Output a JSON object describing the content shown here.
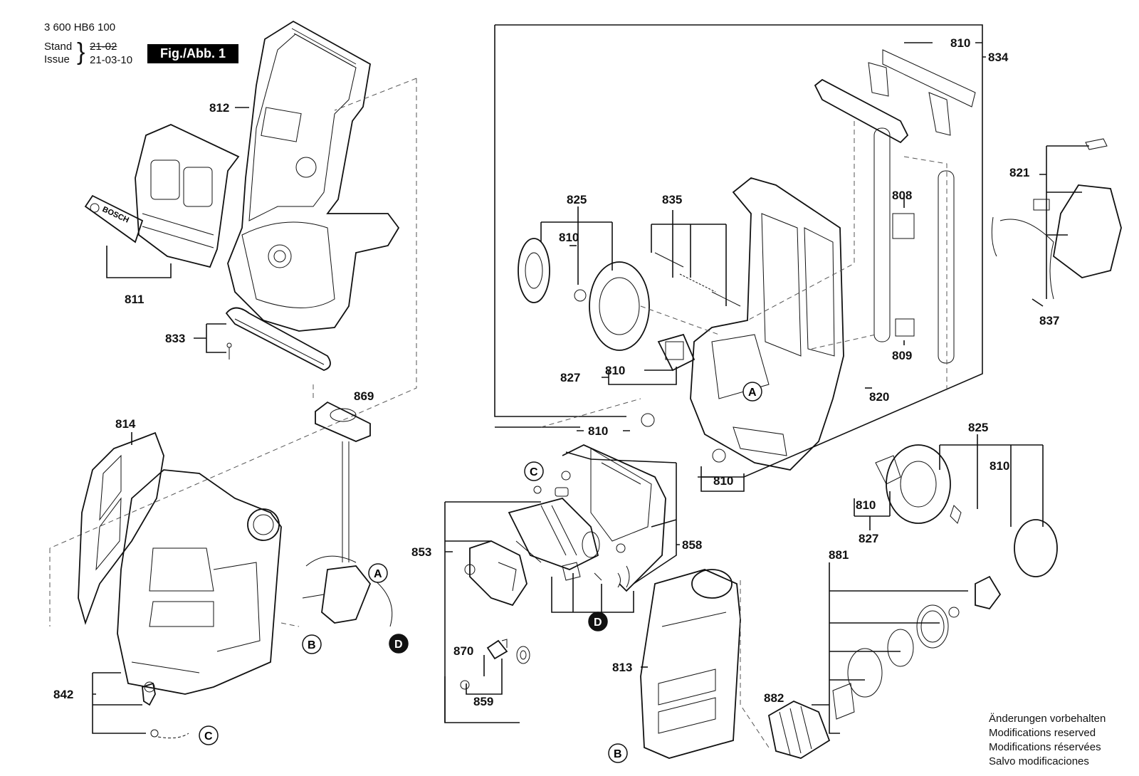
{
  "header": {
    "doc_number": "3 600 HB6 100",
    "stand_label": "Stand",
    "issue_label": "Issue",
    "date_old": "21-02",
    "date_new": "21-03-10",
    "figure_label": "Fig./Abb. 1"
  },
  "logo_text": "BOSCH",
  "notes": [
    "Änderungen vorbehalten",
    "Modifications reserved",
    "Modifications réservées",
    "Salvo modificaciones"
  ],
  "part_labels": {
    "p812": "812",
    "p811": "811",
    "p833": "833",
    "p869": "869",
    "p814": "814",
    "p842": "842",
    "p853": "853",
    "p858": "858",
    "p870": "870",
    "p859": "859",
    "p813": "813",
    "p882": "882",
    "p881": "881",
    "p825a": "825",
    "p810a": "810",
    "p827a": "827",
    "p810b": "810",
    "p835": "835",
    "p810c": "810",
    "p810d": "810",
    "p834": "834",
    "p810e": "810",
    "p808": "808",
    "p809": "809",
    "p820": "820",
    "p821": "821",
    "p837": "837",
    "p825b": "825",
    "p810f": "810",
    "p810g": "810",
    "p827b": "827"
  },
  "markers": {
    "A": "A",
    "B": "B",
    "C": "C",
    "D": "D"
  }
}
